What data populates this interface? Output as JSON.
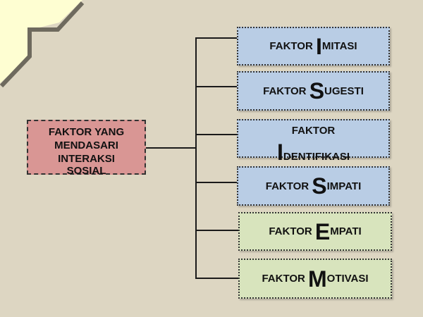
{
  "main_node": {
    "lines": [
      "FAKTOR YANG",
      "MENDASARI",
      "INTERAKSI",
      "SOSIAL"
    ]
  },
  "factors": [
    {
      "prefix": "FAKTOR ",
      "initial": "I",
      "rest": "MITASI",
      "color": "#b9cde5"
    },
    {
      "prefix": "FAKTOR ",
      "initial": "S",
      "rest": "UGESTI",
      "color": "#b9cde5"
    },
    {
      "prefix": "FAKTOR",
      "initial": "I",
      "rest": "DENTIFIKASI",
      "color": "#b9cde5"
    },
    {
      "prefix": "FAKTOR ",
      "initial": "S",
      "rest": "IMPATI",
      "color": "#b9cde5"
    },
    {
      "prefix": "FAKTOR ",
      "initial": "E",
      "rest": "MPATI",
      "color": "#d8e4bd"
    },
    {
      "prefix": "FAKTOR ",
      "initial": "M",
      "rest": "OTIVASI",
      "color": "#d8e4bd"
    }
  ],
  "colors": {
    "background": "#ddd6c2",
    "main_node": "#d99694",
    "corner": "#fefed2"
  }
}
